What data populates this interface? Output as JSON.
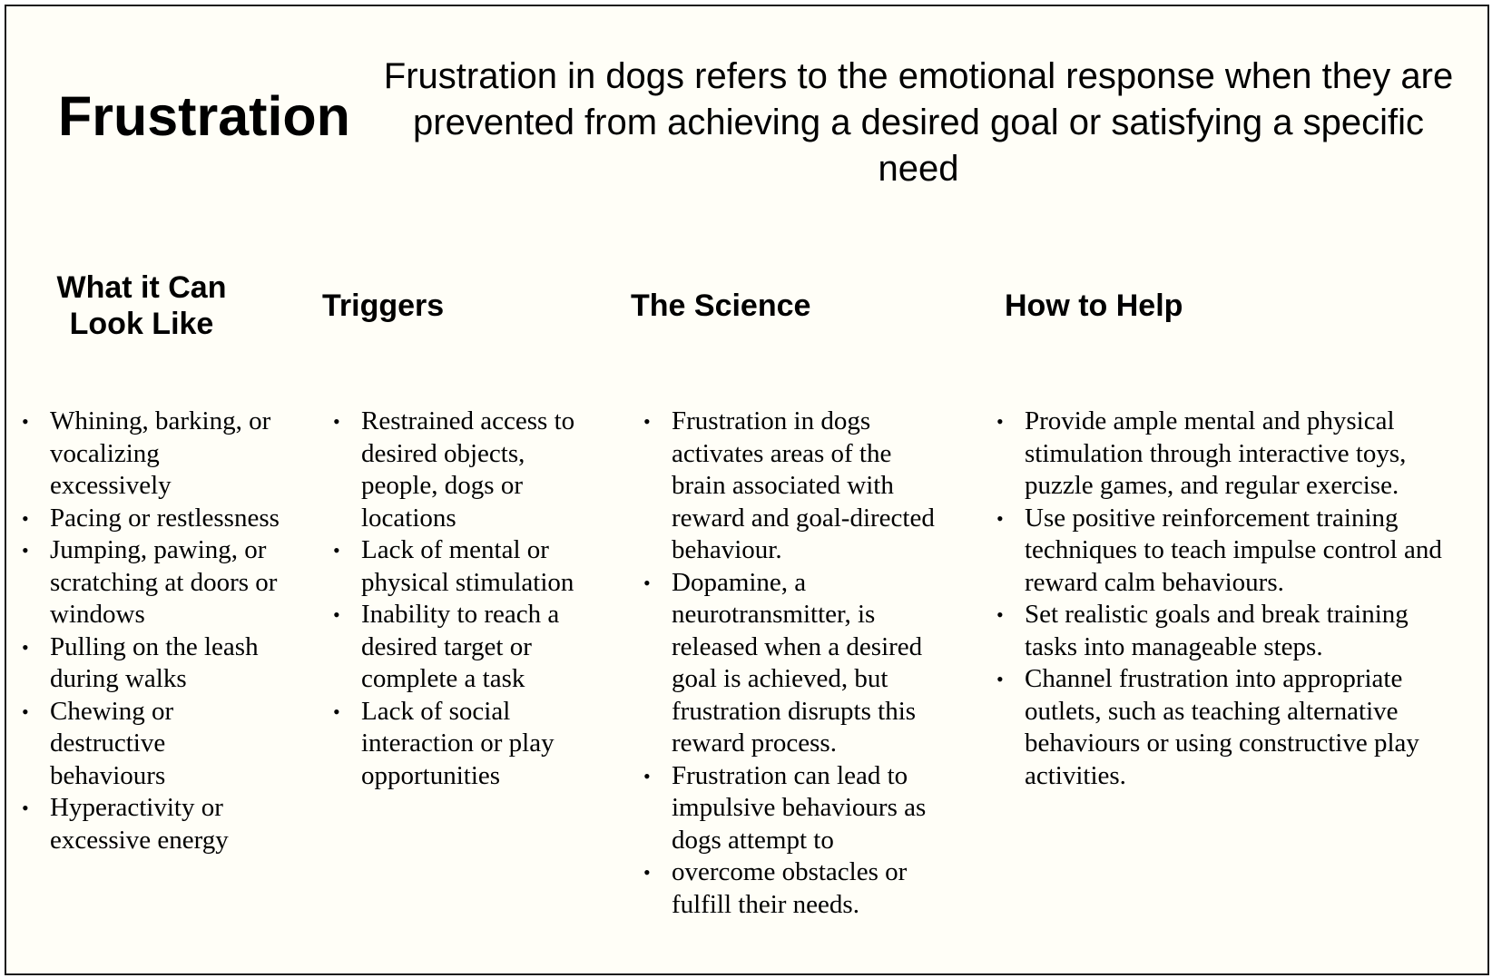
{
  "header": {
    "title": "Frustration",
    "definition": "Frustration in dogs refers to the emotional response when they are prevented from achieving a desired goal or satisfying a specific need"
  },
  "columns": [
    {
      "heading": "What it Can Look Like",
      "items": [
        "Whining, barking, or vocalizing excessively",
        "Pacing or restlessness",
        "Jumping, pawing, or scratching at doors or windows",
        "Pulling on the leash during walks",
        "Chewing or destructive behaviours",
        "Hyperactivity or excessive energy"
      ]
    },
    {
      "heading": "Triggers",
      "items": [
        "Restrained access to desired objects, people, dogs or locations",
        "Lack of mental or physical stimulation",
        "Inability to reach a desired target or complete a task",
        "Lack of social interaction or play opportunities"
      ]
    },
    {
      "heading": "The Science",
      "items": [
        "Frustration in dogs activates areas of the brain associated with reward and goal-directed behaviour.",
        "Dopamine, a neurotransmitter, is released when a desired goal is achieved, but frustration disrupts this reward process.",
        "Frustration can lead to impulsive behaviours as dogs attempt to",
        "overcome obstacles or fulfill their needs."
      ]
    },
    {
      "heading": "How to Help",
      "items": [
        "Provide ample mental and physical stimulation through interactive toys, puzzle games, and regular exercise.",
        "Use positive reinforcement training techniques to teach impulse control and reward calm behaviours.",
        "Set realistic goals and break training tasks into manageable steps.",
        "Channel frustration into appropriate outlets, such as teaching alternative behaviours or using constructive play activities."
      ]
    }
  ]
}
